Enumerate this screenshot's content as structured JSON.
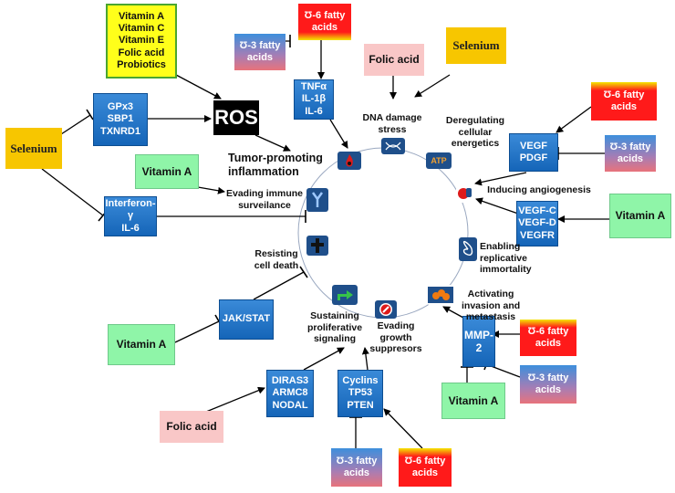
{
  "hallmarks": {
    "dna": [
      "DNA damage",
      "stress"
    ],
    "energetics": [
      "Deregulating",
      "cellular",
      "energetics"
    ],
    "angiogenesis": [
      "Inducing angiogenesis"
    ],
    "immortality": [
      "Enabling",
      "replicative",
      "immortality"
    ],
    "invasion": [
      "Activating",
      "invasion and",
      "metastasis"
    ],
    "growth_suppressors": [
      "Evading",
      "growth",
      "suppresors"
    ],
    "proliferative": [
      "Sustaining",
      "proliferative",
      "signaling"
    ],
    "cell_death": [
      "Resisting",
      "cell death"
    ],
    "immune": [
      "Evading immune",
      "surveilance"
    ],
    "inflammation": [
      "Tumor-promoting",
      "inflammation"
    ]
  },
  "genes": {
    "gpx": [
      "GPx3",
      "SBP1",
      "TXNRD1"
    ],
    "tnf": [
      "TNFα",
      "IL-1β",
      "IL-6"
    ],
    "vegf": [
      "VEGF",
      "PDGF"
    ],
    "vegfc": [
      "VEGF-C",
      "VEGF-D",
      "VEGFR"
    ],
    "mmp": [
      "MMP-2"
    ],
    "cyclins": [
      "Cyclins",
      "TP53",
      "PTEN"
    ],
    "diras": [
      "DIRAS3",
      "ARMC8",
      "NODAL"
    ],
    "jak": [
      "JAK/STAT"
    ],
    "interferon": [
      "Interferon-γ",
      "IL-6"
    ],
    "ros": "ROS"
  },
  "nutrients": {
    "vitamin_list": [
      "Vitamin A",
      "Vitamin C",
      "Vitamin E",
      "Folic acid",
      "Probiotics"
    ],
    "selenium_left": "Selenium",
    "selenium_top": "Selenium",
    "folic_top": "Folic acid",
    "folic_bottom": "Folic acid",
    "vitA_immune": "Vitamin A",
    "vitA_angio": "Vitamin A",
    "vitA_jak": "Vitamin A",
    "vitA_mmp": "Vitamin A",
    "o6_tnf": [
      "Ʊ-6 fatty",
      "acids"
    ],
    "o3_tnf": [
      "Ʊ-3 fatty",
      "acids"
    ],
    "o6_vegf": [
      "Ʊ-6 fatty",
      "acids"
    ],
    "o3_vegf": [
      "Ʊ-3 fatty",
      "acids"
    ],
    "o6_mmp": [
      "Ʊ-6 fatty",
      "acids"
    ],
    "o3_mmp": [
      "Ʊ-3 fatty",
      "acids"
    ],
    "o3_cyclins": [
      "Ʊ-3 fatty",
      "acids"
    ],
    "o6_cyclins": [
      "Ʊ-6 fatty",
      "acids"
    ]
  },
  "icons": {
    "energetics_glyph": "ATP",
    "dna_icon": "dna-icon",
    "angiogenesis_icon": "blood-vessel-icon",
    "immortality_icon": "infinity-icon",
    "invasion_icon": "cell-cluster-icon",
    "growth_icon": "no-entry-icon",
    "proliferative_icon": "arrow-icon",
    "cell_death_icon": "dagger-icon",
    "immune_icon": "antibody-icon",
    "inflammation_icon": "fire-icon"
  },
  "colors": {
    "hallmark_icon": "#1f4f8a",
    "gene_box": "#1565b8",
    "selenium": "#f7c600",
    "vitamin_a": "#8ff5a8",
    "folic_acid": "#f9c7c7",
    "omega6": "#ff1a1a",
    "vitamin_list": "#ffff1a",
    "ros": "#000000"
  }
}
